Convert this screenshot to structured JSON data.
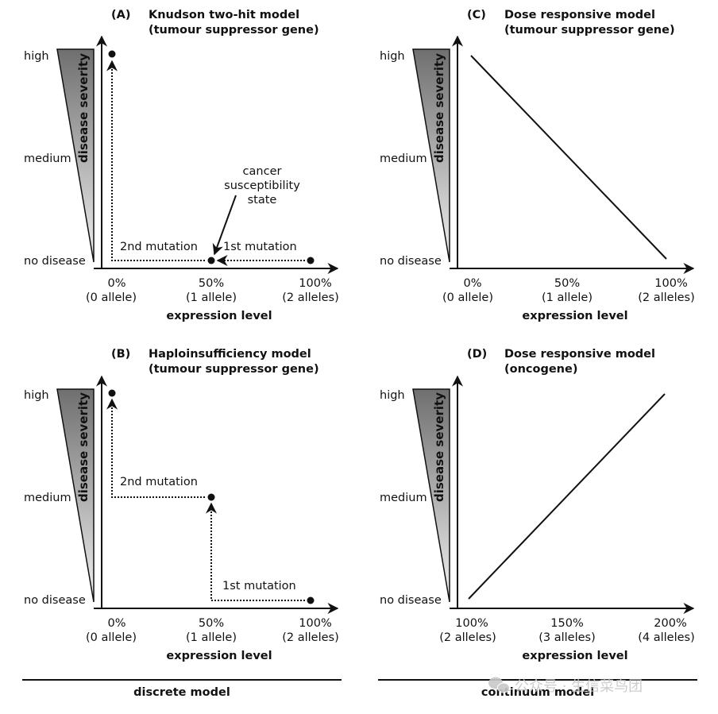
{
  "panels": [
    {
      "id": "A",
      "letter": "(A)",
      "title_line1": "Knudson two-hit model",
      "title_line2": "(tumour suppressor gene)",
      "xlabel": "expression level",
      "severity_label": "disease severity",
      "y_levels": [
        "high",
        "medium",
        "no disease"
      ],
      "x_ticks": [
        {
          "pct": "0%",
          "alleles": "(0 allele)"
        },
        {
          "pct": "50%",
          "alleles": "(1 allele)"
        },
        {
          "pct": "100%",
          "alleles": "(2 alleles)"
        }
      ],
      "annotations": {
        "second_mutation": "2nd mutation",
        "first_mutation": "1st mutation",
        "cancer_line1": "cancer",
        "cancer_line2": "susceptibility",
        "cancer_line3": "state"
      }
    },
    {
      "id": "B",
      "letter": "(B)",
      "title_line1": "Haploinsufficiency model",
      "title_line2": "(tumour suppressor gene)",
      "xlabel": "expression level",
      "severity_label": "disease severity",
      "y_levels": [
        "high",
        "medium",
        "no disease"
      ],
      "x_ticks": [
        {
          "pct": "0%",
          "alleles": "(0 allele)"
        },
        {
          "pct": "50%",
          "alleles": "(1 allele)"
        },
        {
          "pct": "100%",
          "alleles": "(2 alleles)"
        }
      ],
      "annotations": {
        "second_mutation": "2nd mutation",
        "first_mutation": "1st mutation"
      }
    },
    {
      "id": "C",
      "letter": "(C)",
      "title_line1": "Dose responsive model",
      "title_line2": "(tumour suppressor gene)",
      "xlabel": "expression level",
      "severity_label": "disease severity",
      "y_levels": [
        "high",
        "medium",
        "no disease"
      ],
      "x_ticks": [
        {
          "pct": "0%",
          "alleles": "(0 allele)"
        },
        {
          "pct": "50%",
          "alleles": "(1 allele)"
        },
        {
          "pct": "100%",
          "alleles": "(2 alleles)"
        }
      ]
    },
    {
      "id": "D",
      "letter": "(D)",
      "title_line1": "Dose responsive model",
      "title_line2": "(oncogene)",
      "xlabel": "expression level",
      "severity_label": "disease severity",
      "y_levels": [
        "high",
        "medium",
        "no disease"
      ],
      "x_ticks": [
        {
          "pct": "100%",
          "alleles": "(2 alleles)"
        },
        {
          "pct": "150%",
          "alleles": "(3 alleles)"
        },
        {
          "pct": "200%",
          "alleles": "(4 alleles)"
        }
      ]
    }
  ],
  "footers": {
    "left": "discrete model",
    "right": "continuum model"
  },
  "watermark": "公众号 · 生信菜鸟团",
  "colors": {
    "ink": "#111111",
    "gradient_dark": "#6f6f6f",
    "gradient_light": "#f0f0f0"
  }
}
